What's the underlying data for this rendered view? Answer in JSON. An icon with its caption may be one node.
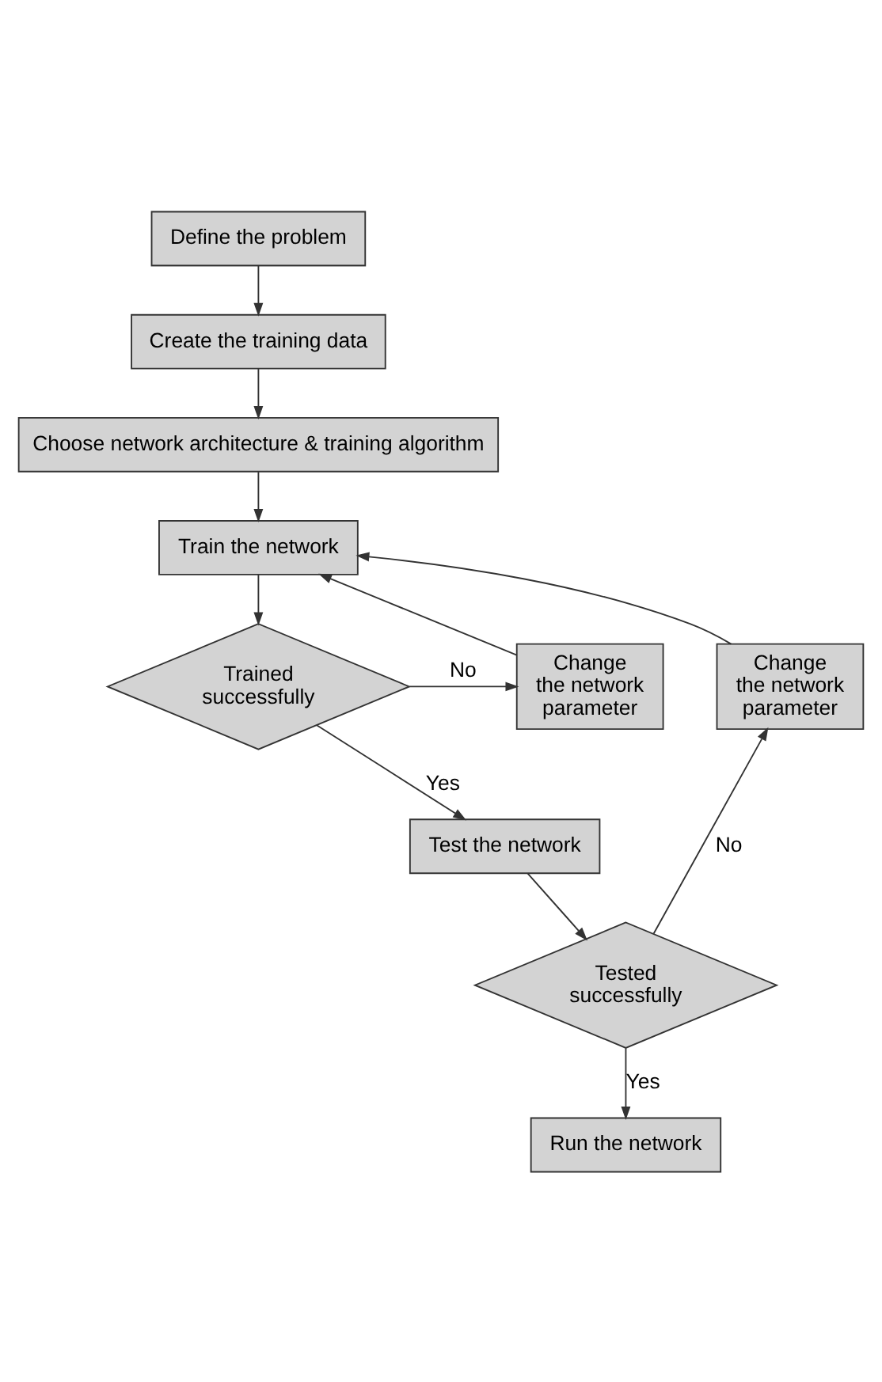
{
  "diagram": {
    "nodes": [
      {
        "text": [
          "Define the problem"
        ]
      },
      {
        "text": [
          "Create the training data"
        ]
      },
      {
        "text": [
          "Choose network architecture & training algorithm"
        ]
      },
      {
        "text": [
          "Train the network"
        ]
      },
      {
        "text": [
          "Trained successfully"
        ]
      },
      {
        "text": [
          "Change the network parameter"
        ]
      },
      {
        "text": [
          "Test the network"
        ]
      },
      {
        "text": [
          "Tested successfully"
        ]
      },
      {
        "text": [
          "Change the network parameter"
        ]
      },
      {
        "text": [
          "Run the network"
        ]
      }
    ],
    "edges": [
      {
        "from": 0,
        "to": 1,
        "arrow": "to"
      },
      {
        "from": 1,
        "to": 2,
        "arrow": "to"
      },
      {
        "from": 2,
        "to": 3,
        "arrow": "to"
      },
      {
        "from": 3,
        "to": 4,
        "arrow": "to"
      },
      {
        "from": 4,
        "to": 5,
        "arrow": "to",
        "label": "No"
      },
      {
        "from": 5,
        "to": 3,
        "arrow": "to"
      },
      {
        "from": 4,
        "to": 6,
        "arrow": "to",
        "label": "Yes"
      },
      {
        "from": 6,
        "to": 7,
        "arrow": "to"
      },
      {
        "from": 7,
        "to": 8,
        "arrow": "to",
        "label": "No"
      },
      {
        "from": 8,
        "to": 3,
        "arrow": "to"
      },
      {
        "from": 7,
        "to": 9,
        "arrow": "to",
        "label": "Yes"
      }
    ]
  }
}
